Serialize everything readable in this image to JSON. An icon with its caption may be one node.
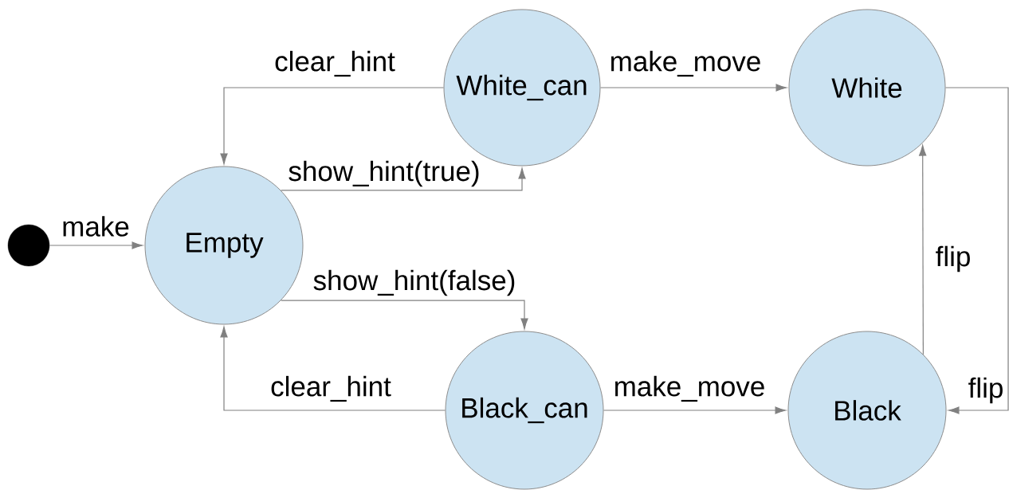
{
  "diagram": {
    "nodes": [
      {
        "text": [],
        "shape": "circle"
      },
      {
        "text": [
          "Empty"
        ]
      },
      {
        "text": [
          "White_can"
        ]
      },
      {
        "text": [
          "White"
        ]
      },
      {
        "text": [
          "Black_can"
        ]
      },
      {
        "text": [
          "Black"
        ]
      }
    ],
    "edges": [
      {
        "from": 0,
        "to": 1,
        "arrow": "to",
        "label": "make"
      },
      {
        "from": 2,
        "to": 1,
        "arrow": "to",
        "label": "clear_hint"
      },
      {
        "from": 1,
        "to": 2,
        "arrow": "to",
        "label": "show_hint(true)"
      },
      {
        "from": 1,
        "to": 4,
        "arrow": "to",
        "label": "show_hint(false)"
      },
      {
        "from": 4,
        "to": 1,
        "arrow": "to",
        "label": "clear_hint"
      },
      {
        "from": 2,
        "to": 3,
        "arrow": "to",
        "label": "make_move"
      },
      {
        "from": 4,
        "to": 5,
        "arrow": "to",
        "label": "make_move"
      },
      {
        "from": 5,
        "to": 3,
        "arrow": "to",
        "label": "flip"
      },
      {
        "from": 3,
        "to": 5,
        "arrow": "to",
        "label": "flip"
      }
    ]
  }
}
